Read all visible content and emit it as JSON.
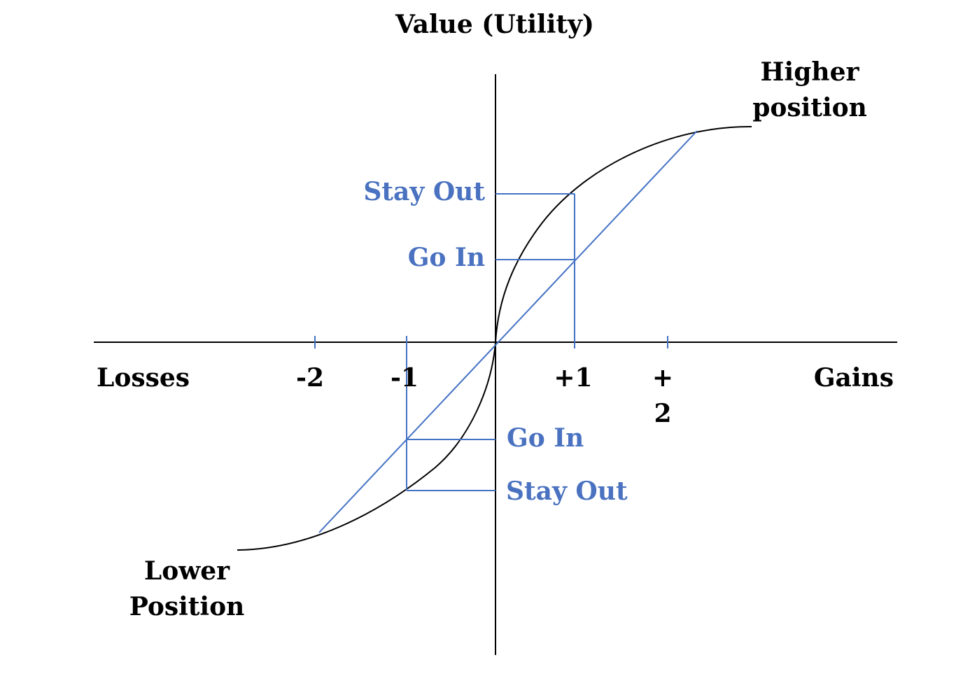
{
  "diagram": {
    "title": "Value (Utility)",
    "x_axis": {
      "left_label": "Losses",
      "right_label": "Gains",
      "ticks": [
        {
          "label": "-2",
          "value": -2
        },
        {
          "label": "-1",
          "value": -1
        },
        {
          "label": "+1",
          "value": 1
        },
        {
          "label_line1": "+",
          "label_line2": "2",
          "value": 2
        }
      ]
    },
    "curve_labels": {
      "upper_line1": "Higher",
      "upper_line2": "position",
      "lower_line1": "Lower",
      "lower_line2": "Position"
    },
    "gain_side": {
      "stay_out": "Stay Out",
      "go_in": "Go In"
    },
    "loss_side": {
      "go_in": "Go In",
      "stay_out": "Stay Out"
    },
    "colors": {
      "axis": "#000000",
      "curve": "#000000",
      "accent_lines": "#4472c4",
      "accent_text": "#4a72c0"
    }
  }
}
